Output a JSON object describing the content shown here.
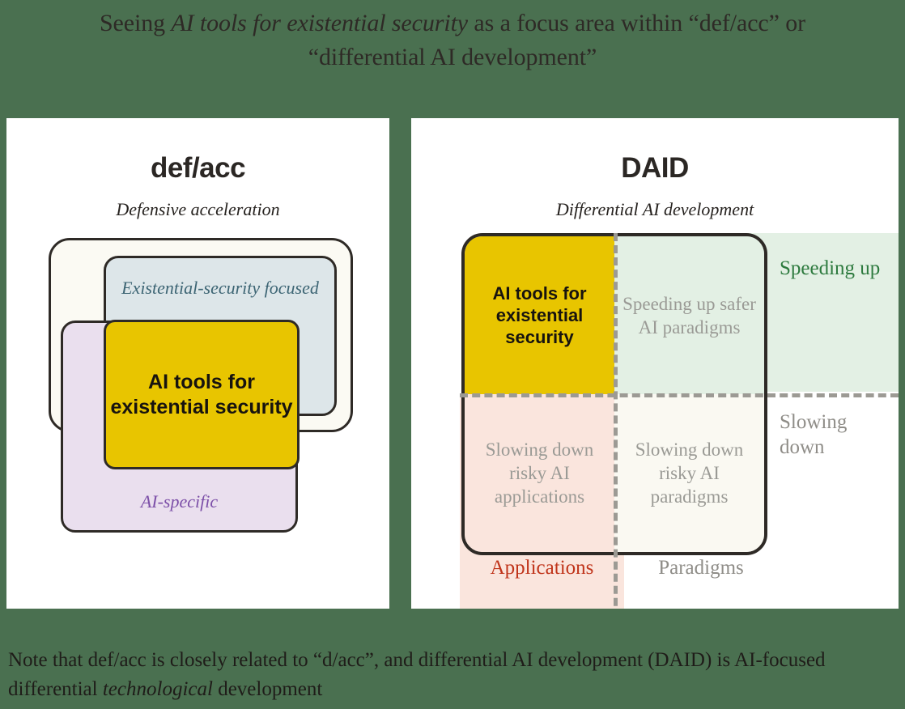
{
  "title": {
    "part1": "Seeing ",
    "emph1": "AI tools for existential security",
    "part2": " as a focus area within “def/acc” or",
    "line2": "“differential AI development”"
  },
  "left_panel": {
    "title": "def/acc",
    "subtitle": "Defensive acceleration",
    "boxes": {
      "outer_label": "",
      "blue_label": "Existential-security focused",
      "purple_label": "AI-specific",
      "yellow_label": "AI tools for existential security"
    }
  },
  "right_panel": {
    "title": "DAID",
    "subtitle": "Differential AI development",
    "quadrants": {
      "top_left": "AI tools for existential security",
      "top_right": "Speeding up safer AI paradigms",
      "bottom_left": "Slowing down risky AI applications",
      "bottom_right": "Slowing down risky AI paradigms"
    },
    "axis_labels": {
      "row_top": "Speeding up",
      "row_bottom": "Slowing down",
      "col_left": "Applications",
      "col_right": "Paradigms"
    }
  },
  "note": {
    "part1": "Note that def/acc is closely related to “d/acc”, and differential AI development (DAID) is AI-focused differential ",
    "emph": "technological",
    "part2": " development"
  },
  "colors": {
    "page_background": "#4a7050",
    "panel_background": "#ffffff",
    "highlight_yellow": "#e8c500",
    "outline_dark": "#2e2a26",
    "blue_fill": "#dde6e9",
    "blue_text": "#3d6574",
    "purple_fill": "#eadfee",
    "purple_text": "#7c4fa8",
    "cream_fill": "#fbfaf3",
    "green_fill": "#e3f0e4",
    "green_text": "#2d7a3e",
    "pink_fill": "#fae5dd",
    "red_text": "#c0341a",
    "muted_grey_text": "#9a9a95",
    "dashed_line": "#9c9a94"
  }
}
